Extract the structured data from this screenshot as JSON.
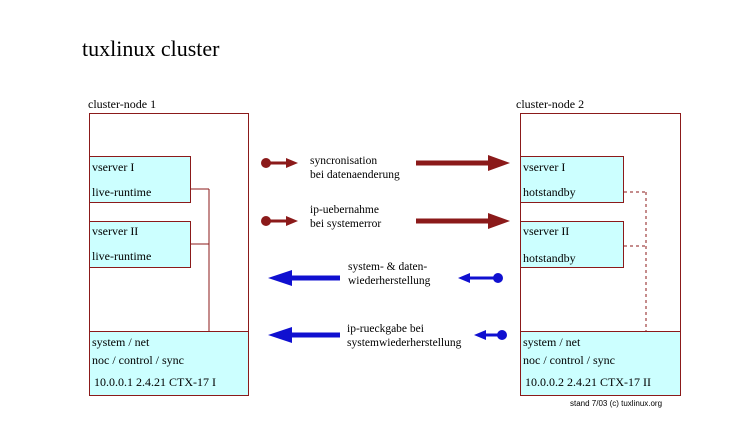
{
  "title": "tuxlinux cluster",
  "node1": {
    "label": "cluster-node 1",
    "vserver1": {
      "name": "vserver I",
      "status": "live-runtime"
    },
    "vserver2": {
      "name": "vserver II",
      "status": "live-runtime"
    },
    "system": {
      "line1": "system / net",
      "line2": "noc / control / sync",
      "line3": "10.0.0.1  2.4.21 CTX-17   I"
    }
  },
  "node2": {
    "label": "cluster-node 2",
    "vserver1": {
      "name": "vserver I",
      "status": "hotstandby"
    },
    "vserver2": {
      "name": "vserver II",
      "status": "hotstandby"
    },
    "system": {
      "line1": "system / net",
      "line2": "noc / control / sync",
      "line3": "10.0.0.2  2.4.21 CTX-17   II"
    }
  },
  "messages": {
    "sync_line1": "syncronisation",
    "sync_line2": "bei datenaenderung",
    "ip_line1": "ip-uebernahme",
    "ip_line2": "bei systemerror",
    "restore_line1": "system- & daten-",
    "restore_line2": "wiederherstellung",
    "ipback_line1": "ip-rueckgabe bei",
    "ipback_line2": "systemwiederherstellung"
  },
  "colors": {
    "dark_red": "#8b1a1a",
    "blue": "#1010d0",
    "cyan": "#ccffff"
  },
  "footnote": "stand 7/03 (c) tuxlinux.org"
}
